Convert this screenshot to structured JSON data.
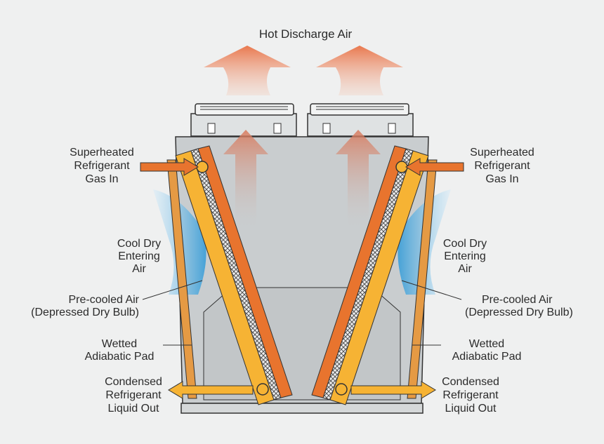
{
  "title": "Hot Discharge Air",
  "labels": {
    "gas_in": [
      "Superheated",
      "Refrigerant",
      "Gas In"
    ],
    "entering_air": [
      "Cool Dry",
      "Entering",
      "Air"
    ],
    "precooled_air": [
      "Pre-cooled Air",
      "(Depressed Dry Bulb)"
    ],
    "wetted_pad": [
      "Wetted",
      "Adiabatic Pad"
    ],
    "liquid_out": [
      "Condensed",
      "Refrigerant",
      "Liquid Out"
    ]
  },
  "colors": {
    "background": "#eff0f0",
    "hot_air": "#ec8a64",
    "coil_orange": "#e8742e",
    "coil_yellow": "#f6b334",
    "cool_air": "#4aa8de",
    "body": "#c9cdcf"
  }
}
